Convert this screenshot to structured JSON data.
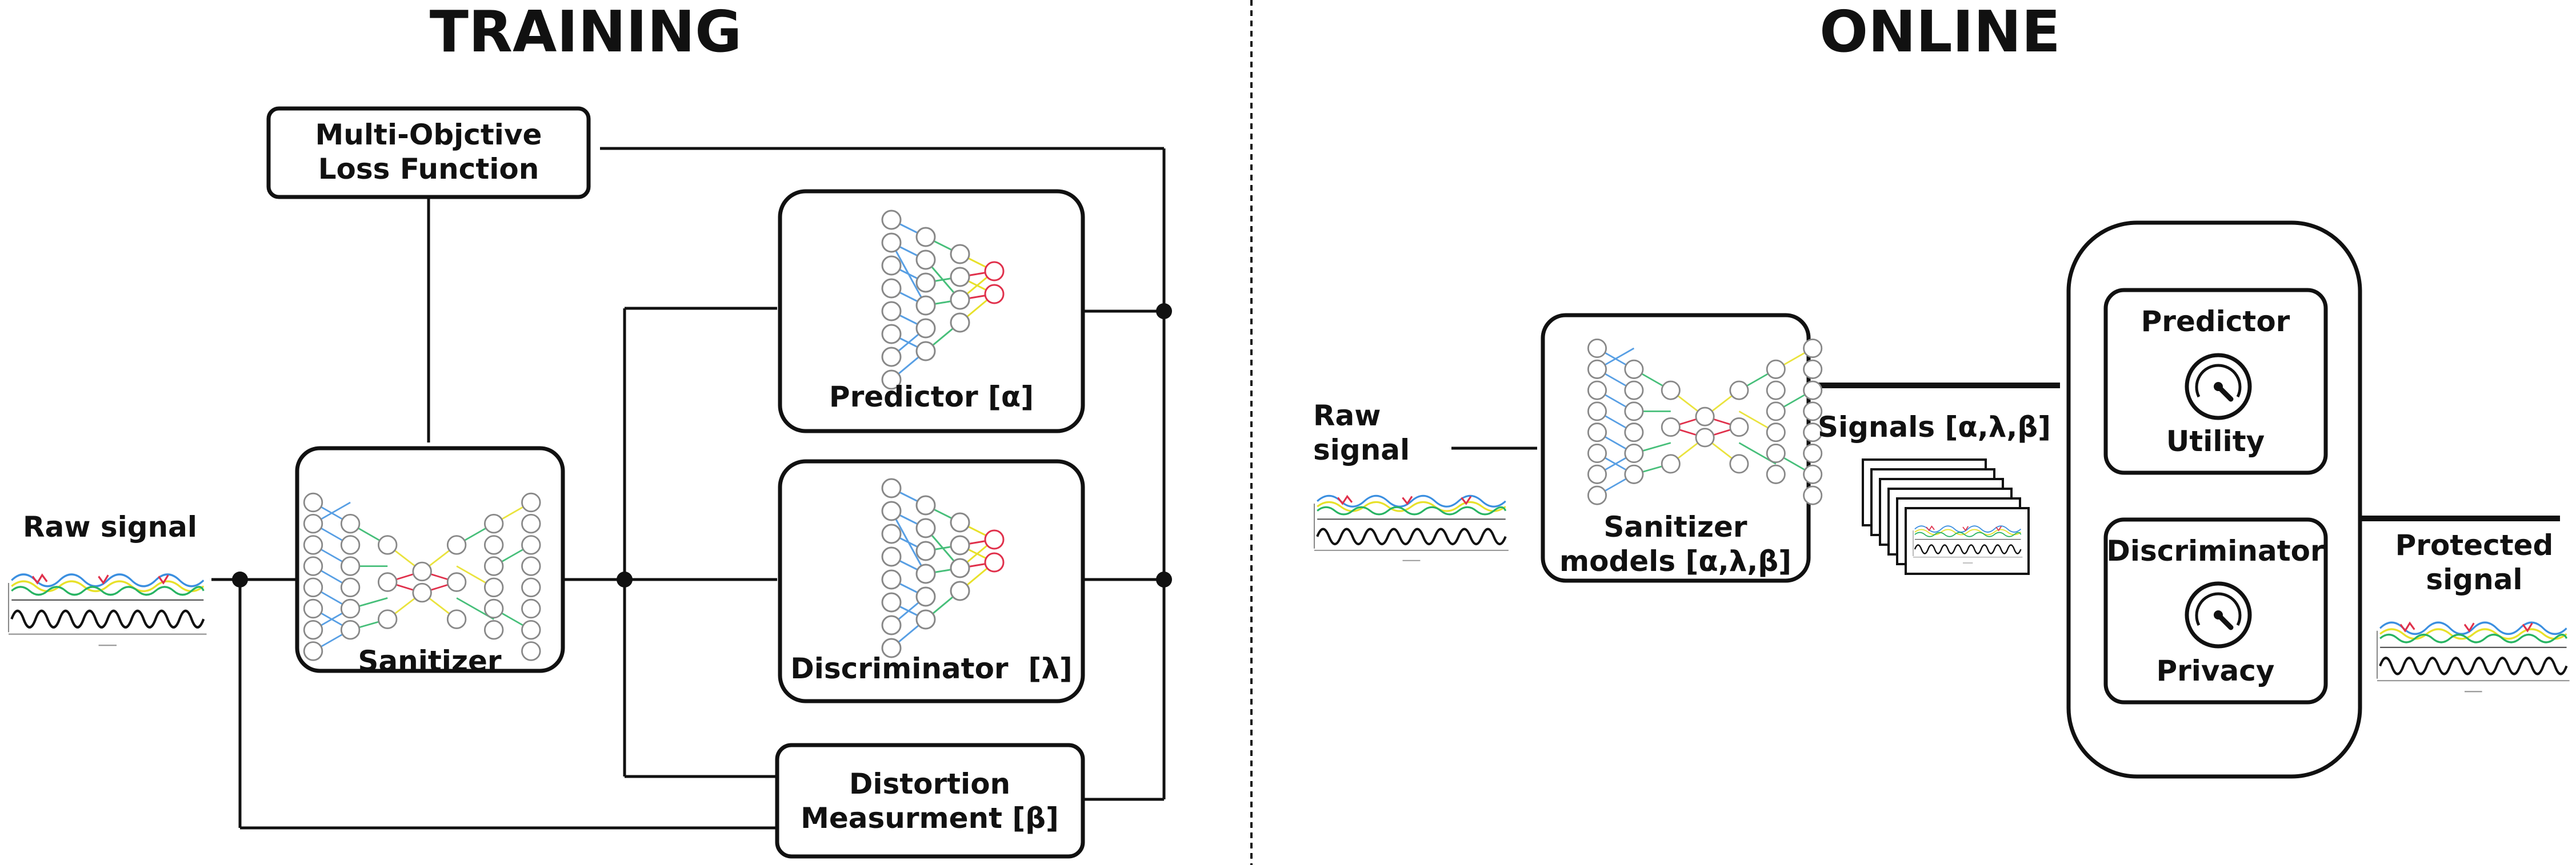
{
  "sections": {
    "training": "TRAINING",
    "online": "ONLINE"
  },
  "training": {
    "loss_line1": "Multi-Objctive",
    "loss_line2": "Loss Function",
    "predictor": "Predictor [α]",
    "discriminator": "Discriminator  [λ]",
    "sanitizer": "Sanitizer",
    "distortion_line1": "Distortion",
    "distortion_line2": "Measurment [β]",
    "raw_signal": "Raw signal"
  },
  "online": {
    "raw_line1": "Raw",
    "raw_line2": "signal",
    "sanitizer_line1": "Sanitizer",
    "sanitizer_line2": "models [α,λ,β]",
    "signals": "Signals [α,λ,β]",
    "predictor": "Predictor",
    "utility": "Utility",
    "discriminator": "Discriminator",
    "privacy": "Privacy",
    "protected_line1": "Protected",
    "protected_line2": "signal"
  },
  "icons": {
    "network": "neural-network-icon",
    "gauge": "gauge-icon",
    "signal": "signal-plot-icon"
  },
  "colors": {
    "ink": "#111111",
    "blue": "#3b8fe0",
    "green": "#28b463",
    "yellow": "#e8e12a",
    "red": "#e0304b"
  }
}
